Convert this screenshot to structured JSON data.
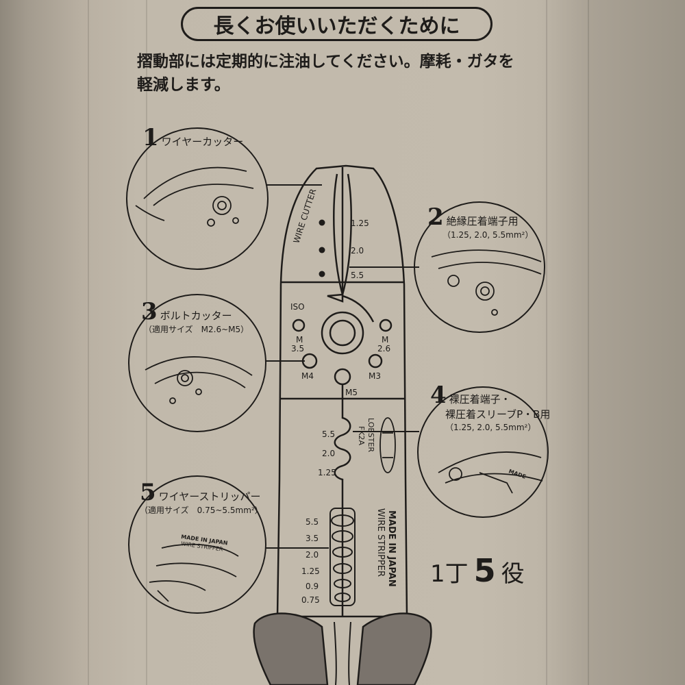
{
  "heading": "長くお使いいただくために",
  "intro": [
    "摺動部には定期的に注油してください。摩耗・ガタを",
    "軽減します。"
  ],
  "callouts": [
    {
      "num": "1",
      "title": "ワイヤーカッター"
    },
    {
      "num": "2",
      "title": "絶縁圧着端子用",
      "sub": "（1.25, 2.0, 5.5mm²）"
    },
    {
      "num": "3",
      "title": "ボルトカッター",
      "sub": "（適用サイズ　M2.6~M5）"
    },
    {
      "num": "4",
      "title": "裸圧着端子・",
      "title2": "裸圧着スリーブP・B用",
      "sub": "（1.25, 2.0, 5.5mm²）"
    },
    {
      "num": "5",
      "title": "ワイヤーストリッパー",
      "sub": "（適用サイズ　0.75~5.5mm²）"
    }
  ],
  "tool": {
    "cutter_label": "WIRE CUTTER",
    "insulated_sizes": [
      "1.25",
      "2.0",
      "5.5"
    ],
    "iso_label": "ISO",
    "bolt_labels": {
      "m35": [
        "M",
        "3.5"
      ],
      "m26": [
        "M",
        "2.6"
      ],
      "m4": "M4",
      "m3": "M3",
      "m5": "M5"
    },
    "bare_sizes": [
      "5.5",
      "2.0",
      "1.25"
    ],
    "brand": "LOBSTER",
    "model": "FK2A",
    "strip_sizes": [
      "5.5",
      "3.5",
      "2.0",
      "1.25",
      "0.9",
      "0.75"
    ],
    "made_in": "MADE IN JAPAN",
    "stripper_label": "WIRE STRIPPER"
  },
  "detail_labels": {
    "made": "MADE",
    "made_in_japan": "MADE IN JAPAN",
    "wire_stripper": "WIRE STRIPPER"
  },
  "tagline": {
    "pre": "1丁",
    "num": "5",
    "post": "役"
  },
  "colors": {
    "card": "#c1b9ab",
    "ink": "#1e1c1a",
    "grip": "#7a736c"
  }
}
